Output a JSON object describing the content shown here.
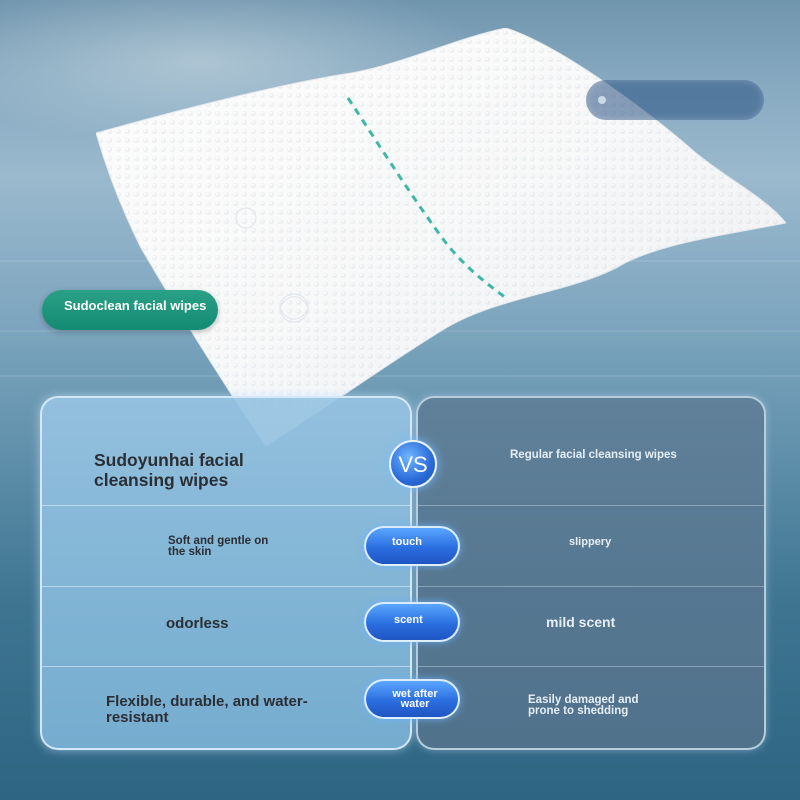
{
  "brand_label": "Sudoclean facial wipes",
  "comparison": {
    "vs_label": "VS",
    "left_header": "Sudoyunhai facial cleansing wipes",
    "right_header": "Regular facial cleansing wipes",
    "rows": [
      {
        "aspect": "touch",
        "left": "Soft and gentle on the skin",
        "right": "slippery"
      },
      {
        "aspect": "scent",
        "left": "odorless",
        "right": "mild scent"
      },
      {
        "aspect": "wet after water",
        "left": "Flexible, durable, and water-resistant",
        "right": "Easily damaged and prone to shedding"
      }
    ]
  },
  "colors": {
    "brand_pill": "#138a72",
    "chip": "#2b6ee0",
    "accent_dash": "#3fb7a6"
  }
}
